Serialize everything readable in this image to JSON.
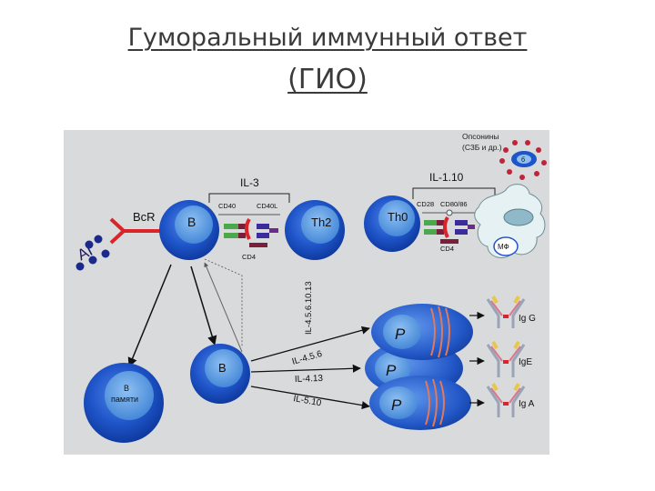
{
  "slide": {
    "title_line1": "Гуморальный иммунный ответ",
    "title_line2": "(ГИО)"
  },
  "diagram": {
    "background_color": "#d9dadb",
    "antigen_label": "АГ",
    "bcr_label": "BcR",
    "b_cell_label": "B",
    "th2_label": "Th2",
    "th0_label": "Th0",
    "il3_label": "IL-3",
    "il110_label": "IL-1.10",
    "cd40_label": "CD40",
    "cd40l_label": "CD40L",
    "cd4_left_label": "CD4",
    "cd28_label": "CD28",
    "cd8086_label": "CD80/86",
    "cd4_right_label": "CD4",
    "mf_label": "МФ",
    "opsonins_line1": "Опсонины",
    "opsonins_line2": "(С3Б и др.)",
    "opsonin_particle_label": "б",
    "vertical_il_label": "IL-4.5.6.10.13",
    "memory_b_line1": "В",
    "memory_b_line2": "памяти",
    "b_cell2_label": "B",
    "il456_label": "IL-4.5.6",
    "il413_label": "IL-4.13",
    "il510_label": "IL-5.10",
    "plasma_label_1": "P",
    "plasma_label_2": "P",
    "plasma_label_3": "P",
    "igg_label": "Ig G",
    "ige_label": "IgE",
    "iga_label": "Ig A",
    "colors": {
      "cell_blue": "#1f55c9",
      "nucleus_blue": "#5a9be0",
      "bcr_red": "#d9242a",
      "antigen_navy": "#1a2a8c",
      "green": "#4ca84c",
      "purple": "#6a2c8c",
      "macrophage": "#e6f1f3"
    }
  }
}
